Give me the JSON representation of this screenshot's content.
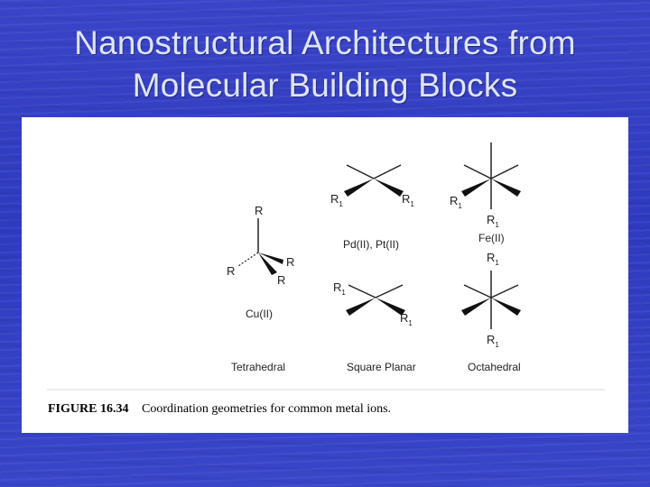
{
  "slide": {
    "title_line1": "Nanostructural Architectures from",
    "title_line2": "Molecular Building Blocks"
  },
  "figure": {
    "tetrahedral": {
      "ligand_labels": [
        "R",
        "R",
        "R",
        "R"
      ],
      "metal": "Cu(II)",
      "geometry": "Tetrahedral"
    },
    "square_planar": {
      "ligand": "R",
      "subscript": "1",
      "metals": "Pd(II), Pt(II)",
      "geometry": "Square Planar"
    },
    "octahedral": {
      "ligand": "R",
      "subscript": "1",
      "metal": "Fe(II)",
      "geometry": "Octahedral"
    },
    "caption_label": "FIGURE 16.34",
    "caption_text": "Coordination geometries for common metal ions."
  }
}
